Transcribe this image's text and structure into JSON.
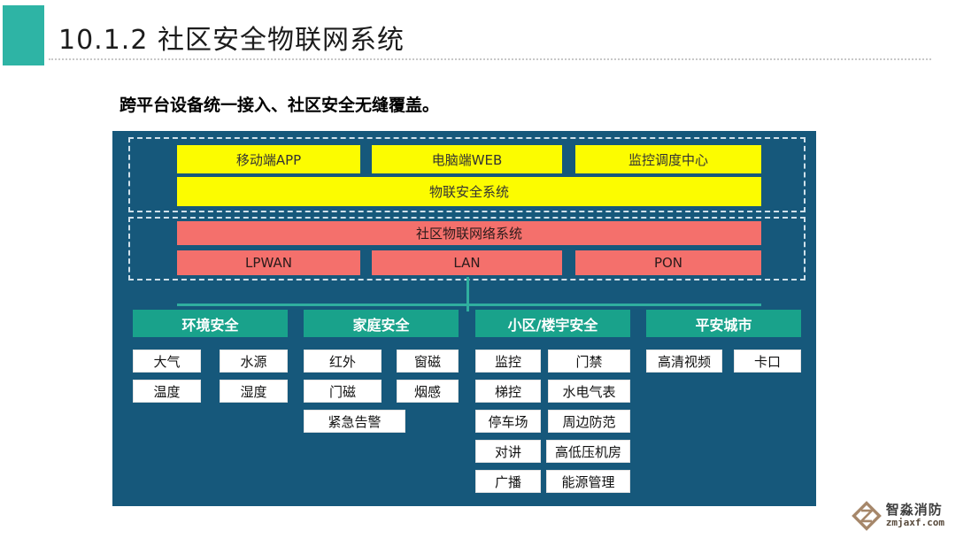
{
  "slide": {
    "title": "10.1.2  社区安全物联网系统",
    "subtitle": "跨平台设备统一接入、社区安全无缝覆盖。"
  },
  "diagram": {
    "app_layer": {
      "boxes": [
        "移动端APP",
        "电脑端WEB",
        "监控调度中心"
      ],
      "platform_bar": "物联安全系统"
    },
    "network_layer": {
      "network_bar": "社区物联网络系统",
      "links": [
        "LPWAN",
        "LAN",
        "PON"
      ]
    },
    "columns": [
      {
        "header": "环境安全",
        "rows": [
          [
            "大气",
            "水源"
          ],
          [
            "温度",
            "湿度"
          ]
        ]
      },
      {
        "header": "家庭安全",
        "rows": [
          [
            "红外",
            "窗磁"
          ],
          [
            "门磁",
            "烟感"
          ],
          [
            "紧急告警"
          ]
        ]
      },
      {
        "header": "小区/楼宇安全",
        "rows": [
          [
            "监控",
            "门禁"
          ],
          [
            "梯控",
            "水电气表"
          ],
          [
            "停车场",
            "周边防范"
          ],
          [
            "对讲",
            "高低压机房"
          ],
          [
            "广播",
            "能源管理"
          ]
        ]
      },
      {
        "header": "平安城市",
        "rows": [
          [
            "高清视频",
            "卡口"
          ]
        ]
      }
    ]
  },
  "logo": {
    "name": "智淼消防",
    "url": "zmjaxf.com"
  },
  "colors": {
    "accent": "#2eb4a5",
    "panel_bg": "#16587b",
    "app_box": "#fcfc00",
    "network_box": "#f4706c",
    "category_header": "#19a28b",
    "connector": "#2faf9f"
  }
}
